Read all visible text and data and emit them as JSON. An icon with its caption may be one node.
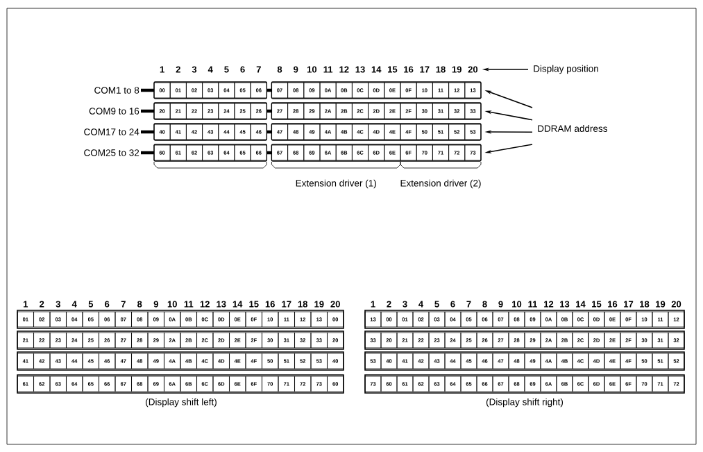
{
  "diagram": {
    "nodes": [
      {
        "text": [
          "Display position"
        ]
      },
      {
        "text": [
          "20"
        ]
      },
      {
        "text": [
          "DDRAM address"
        ]
      },
      {
        "text": [
          "13"
        ]
      },
      {
        "text": [
          "33"
        ]
      },
      {
        "text": [
          "53"
        ]
      },
      {
        "text": [
          "73"
        ]
      }
    ],
    "edges": [
      {
        "from": 0,
        "to": 1,
        "arrow": "to"
      },
      {
        "from": 2,
        "to": 3,
        "arrow": "to"
      },
      {
        "from": 2,
        "to": 4,
        "arrow": "to"
      },
      {
        "from": 2,
        "to": 5,
        "arrow": "to"
      },
      {
        "from": 2,
        "to": 6,
        "arrow": "to"
      }
    ],
    "labels": [
      "1",
      "2",
      "3",
      "4",
      "5",
      "6",
      "7",
      "8",
      "9",
      "10",
      "11",
      "12",
      "13",
      "14",
      "15",
      "16",
      "17",
      "18",
      "19",
      "COM1 to 8",
      "00",
      "01",
      "02",
      "03",
      "04",
      "05",
      "06",
      "07",
      "08",
      "09",
      "0A",
      "0B",
      "0C",
      "0D",
      "0E",
      "0F",
      "10",
      "11",
      "12",
      "COM9 to 16",
      "20",
      "21",
      "22",
      "23",
      "24",
      "25",
      "26",
      "27",
      "28",
      "29",
      "2A",
      "2B",
      "2C",
      "2D",
      "2E",
      "2F",
      "30",
      "31",
      "32",
      "COM17 to 24",
      "40",
      "41",
      "42",
      "43",
      "44",
      "45",
      "46",
      "47",
      "48",
      "49",
      "4A",
      "4B",
      "4C",
      "4D",
      "4E",
      "4F",
      "50",
      "51",
      "52",
      "COM25 to 32",
      "60",
      "61",
      "62",
      "63",
      "64",
      "65",
      "66",
      "67",
      "68",
      "69",
      "6A",
      "6B",
      "6C",
      "6D",
      "6E",
      "6F",
      "70",
      "71",
      "72",
      "Extension driver (1)",
      "Extension driver (2)",
      "1",
      "2",
      "3",
      "4",
      "5",
      "6",
      "7",
      "8",
      "9",
      "10",
      "11",
      "12",
      "13",
      "14",
      "15",
      "16",
      "17",
      "18",
      "19",
      "20",
      "01",
      "02",
      "03",
      "04",
      "05",
      "06",
      "07",
      "08",
      "09",
      "0A",
      "0B",
      "0C",
      "0D",
      "0E",
      "0F",
      "10",
      "11",
      "12",
      "13",
      "00",
      "21",
      "22",
      "23",
      "24",
      "25",
      "26",
      "27",
      "28",
      "29",
      "2A",
      "2B",
      "2C",
      "2D",
      "2E",
      "2F",
      "30",
      "31",
      "32",
      "33",
      "20",
      "41",
      "42",
      "43",
      "44",
      "45",
      "46",
      "47",
      "48",
      "49",
      "4A",
      "4B",
      "4C",
      "4D",
      "4E",
      "4F",
      "50",
      "51",
      "52",
      "53",
      "40",
      "61",
      "62",
      "63",
      "64",
      "65",
      "66",
      "67",
      "68",
      "69",
      "6A",
      "6B",
      "6C",
      "6D",
      "6E",
      "6F",
      "70",
      "71",
      "72",
      "73",
      "60",
      "(Display shift left)",
      "1",
      "2",
      "3",
      "4",
      "5",
      "6",
      "7",
      "8",
      "9",
      "10",
      "11",
      "12",
      "13",
      "14",
      "15",
      "16",
      "17",
      "18",
      "19",
      "20",
      "13",
      "00",
      "01",
      "02",
      "03",
      "04",
      "05",
      "06",
      "07",
      "08",
      "09",
      "0A",
      "0B",
      "0C",
      "0D",
      "0E",
      "0F",
      "10",
      "11",
      "12",
      "33",
      "20",
      "21",
      "22",
      "23",
      "24",
      "25",
      "26",
      "27",
      "28",
      "29",
      "2A",
      "2B",
      "2C",
      "2D",
      "2E",
      "2F",
      "30",
      "31",
      "32",
      "53",
      "40",
      "41",
      "42",
      "43",
      "44",
      "45",
      "46",
      "47",
      "48",
      "49",
      "4A",
      "4B",
      "4C",
      "4D",
      "4E",
      "4F",
      "50",
      "51",
      "52",
      "73",
      "60",
      "61",
      "62",
      "63",
      "64",
      "65",
      "66",
      "67",
      "68",
      "69",
      "6A",
      "6B",
      "6C",
      "6D",
      "6E",
      "6F",
      "70",
      "71",
      "72",
      "(Display shift right)"
    ]
  }
}
